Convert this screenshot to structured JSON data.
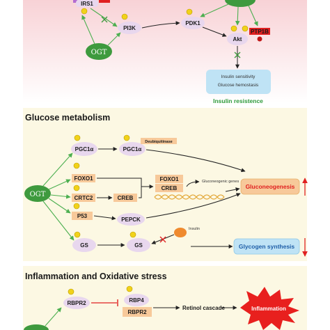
{
  "insulin_section": {
    "nodes": {
      "irs1": "IRS1",
      "pi3k": "PI3K",
      "pdk1": "PDK1",
      "akt": "Akt",
      "ptp1b": "PTP1B",
      "ogt": "OGT"
    },
    "outcome_lines": [
      "Insulin sensitivity",
      "Glucose hemostasis"
    ],
    "result": "Insulin resistence"
  },
  "glucose_section": {
    "title": "Glucose metabolism",
    "nodes": {
      "ogt": "OGT",
      "pgc1a_left": "PGC1α",
      "pgc1a_right": "PGC1α",
      "deubiquitinase": "Deubiquitinase",
      "foxo1_left": "FOXO1",
      "foxo1_right": "FOXO1",
      "crtc2": "CRTC2",
      "creb_left": "CREB",
      "creb_right": "CREB",
      "gluconeogenic_genes": "Gluconeogenic genes",
      "p53": "P53",
      "pepck": "PEPCK",
      "gs_left": "GS",
      "gs_right": "GS",
      "insulin": "Insulin"
    },
    "outcomes": {
      "gluconeogenesis": "Gluconeogenesis",
      "glycogen_synthesis": "Glycogen synthesis"
    }
  },
  "inflammation_section": {
    "title": "Inflammation and Oxidative stress",
    "nodes": {
      "rbpr2_left": "RBPR2",
      "rbp4": "RBP4",
      "rbpr2_right": "RBPR2",
      "retinol_cascade": "Retinol cascade",
      "inflammation": "Inflammation"
    }
  },
  "colors": {
    "top_band_bg": "#fbe4e6",
    "middle_band_bg": "#fcf8e3",
    "bottom_band_bg": "#fcf8e3",
    "ogt_fill": "#3e9a3e",
    "node_purple": "#e8d7ee",
    "node_orange": "#f7c99a",
    "glyco_marker": "#f1d21a",
    "inhibit_red": "#e02020",
    "outcome_blue_bg": "#bfe3f5"
  }
}
